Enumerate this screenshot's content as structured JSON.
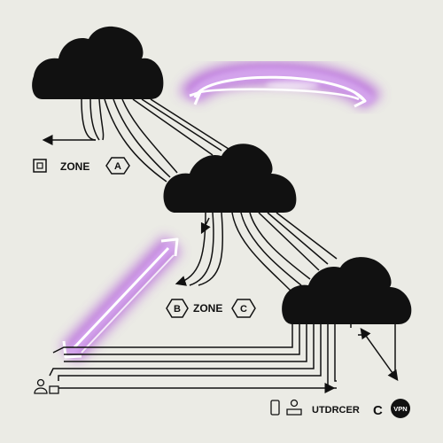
{
  "labels": {
    "zone_top": "ZONE",
    "zone_top_badge": "A",
    "zone_mid": "ZONE",
    "zone_mid_left_badge": "B",
    "zone_mid_right_badge": "C",
    "bottom_text": "UTDRCER",
    "bottom_badge": "C",
    "vpn": "VPN"
  },
  "icons": {
    "cloud_top": "cloud-icon",
    "cloud_mid": "cloud-icon",
    "cloud_bottom": "cloud-icon",
    "zone_top_square": "square-icon",
    "zone_top_hex": "hexagon-icon",
    "bottom_phone": "phone-icon",
    "bottom_user": "user-icon",
    "bottom_left_user": "user-icon",
    "bottom_left_monitor": "monitor-icon"
  },
  "colors": {
    "background": "#ebebe5",
    "cloud": "#111111",
    "line": "#111111",
    "glow": "#b05ad8",
    "glow_core": "#d6a8ee"
  }
}
